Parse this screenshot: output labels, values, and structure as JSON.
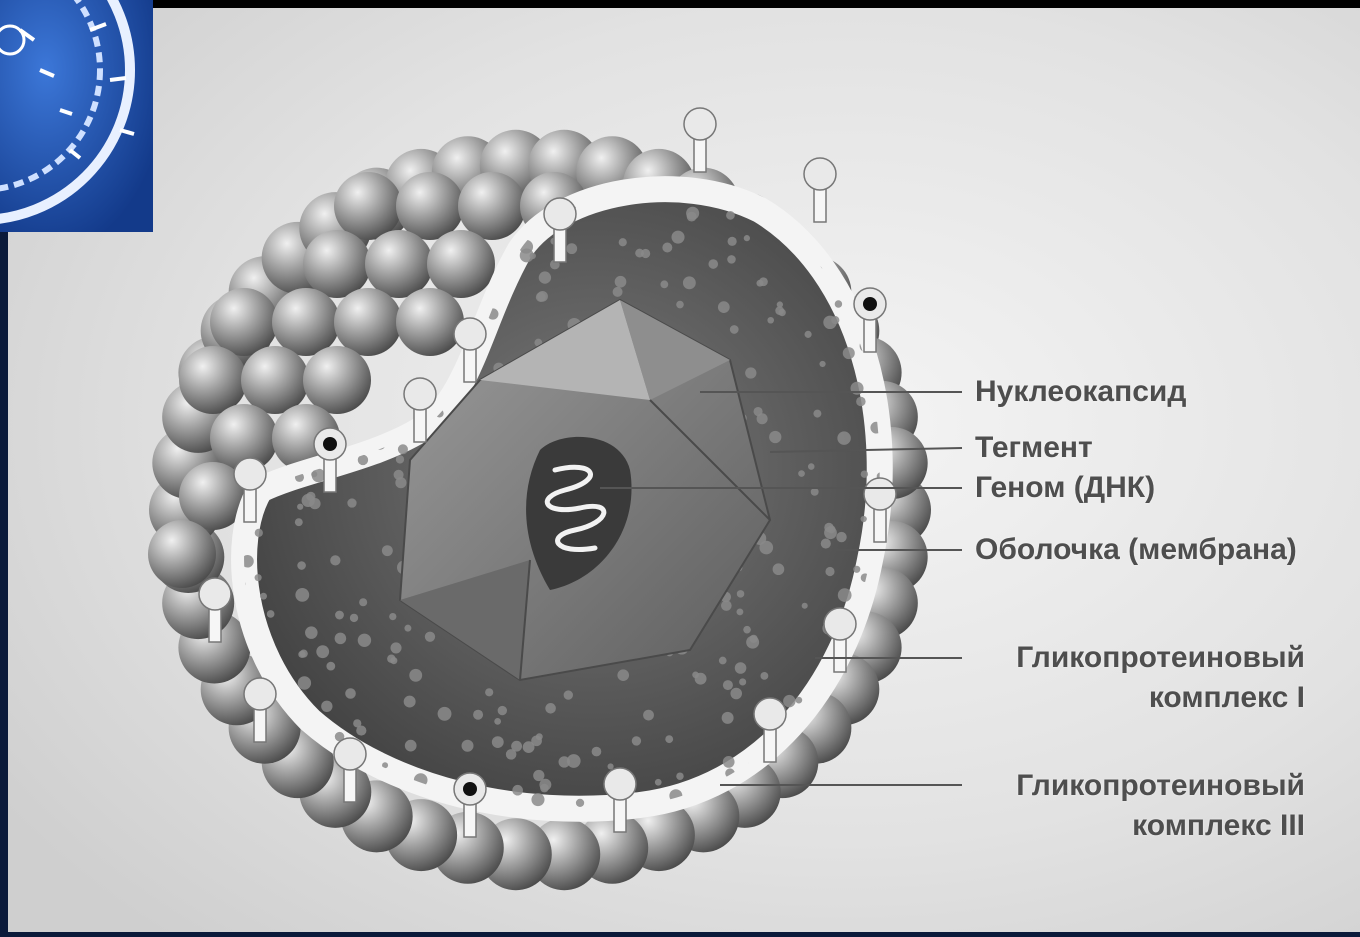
{
  "diagram": {
    "labels": [
      {
        "id": "nucleocapsid",
        "text": "Нуклеокапсид"
      },
      {
        "id": "tegument",
        "text": "Тегмент"
      },
      {
        "id": "genome",
        "text": "Геном (ДНК)"
      },
      {
        "id": "envelope",
        "text": "Оболочка (мембрана)"
      },
      {
        "id": "glycoprotein-1",
        "line1": "Гликопротеиновый",
        "line2": "комплекс I"
      },
      {
        "id": "glycoprotein-3",
        "line1": "Гликопротеиновый",
        "line2": "комплекс III"
      }
    ]
  },
  "colors": {
    "background": "#e6e6e6",
    "frame": "#000000",
    "inset_blue": "#1f4fb0",
    "sphere": "#9a9a9a",
    "membrane": "#f2f2f2",
    "interior": "#5a5a5a",
    "label_text": "#4e4e4e",
    "leader_line": "#555555"
  }
}
